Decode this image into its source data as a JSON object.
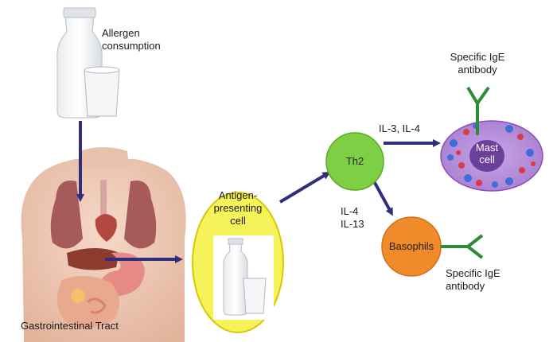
{
  "labels": {
    "allergen_line1": "Allergen",
    "allergen_line2": "consumption",
    "gi_tract": "Gastrointestinal Tract",
    "apc_line1": "Antigen-",
    "apc_line2": "presenting",
    "apc_line3": "cell",
    "th2": "Th2",
    "il3_il4": "IL-3, IL-4",
    "il4": "IL-4",
    "il13": "IL-13",
    "basophils": "Basophils",
    "mast_line1": "Mast",
    "mast_line2": "cell",
    "ige_top_line1": "Specific IgE",
    "ige_top_line2": "antibody",
    "ige_bottom_line1": "Specific IgE",
    "ige_bottom_line2": "antibody"
  },
  "colors": {
    "arrow": "#2e2f7a",
    "apc_fill": "#f5f25a",
    "apc_stroke": "#d8c800",
    "th2_fill": "#7fcf45",
    "basophil_fill": "#f08a2a",
    "mast_fill": "#b58ad8",
    "antibody": "#2e8b3a"
  },
  "icons": {
    "milk": "milk-bottle-and-glass-icon",
    "torso": "human-torso-organs-icon",
    "antibody": "y-shaped-antibody-icon"
  }
}
